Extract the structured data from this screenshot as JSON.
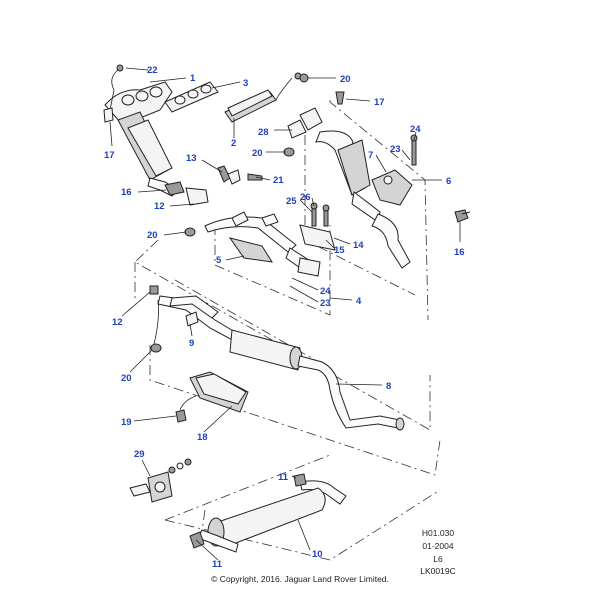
{
  "diagram": {
    "callouts": [
      "22",
      "1",
      "3",
      "20",
      "17",
      "17",
      "2",
      "28",
      "24",
      "23",
      "7",
      "6",
      "20",
      "13",
      "21",
      "16",
      "12",
      "26",
      "25",
      "20",
      "15",
      "14",
      "16",
      "5",
      "24",
      "23",
      "4",
      "12",
      "9",
      "20",
      "8",
      "19",
      "18",
      "29",
      "11",
      "10",
      "11"
    ]
  },
  "meta": {
    "reference": "H01.030",
    "date": "01-2004",
    "page": "L6",
    "code": "LK0019C"
  },
  "footer": {
    "copyright": "© Copyright, 2016. Jaguar Land Rover Limited."
  }
}
